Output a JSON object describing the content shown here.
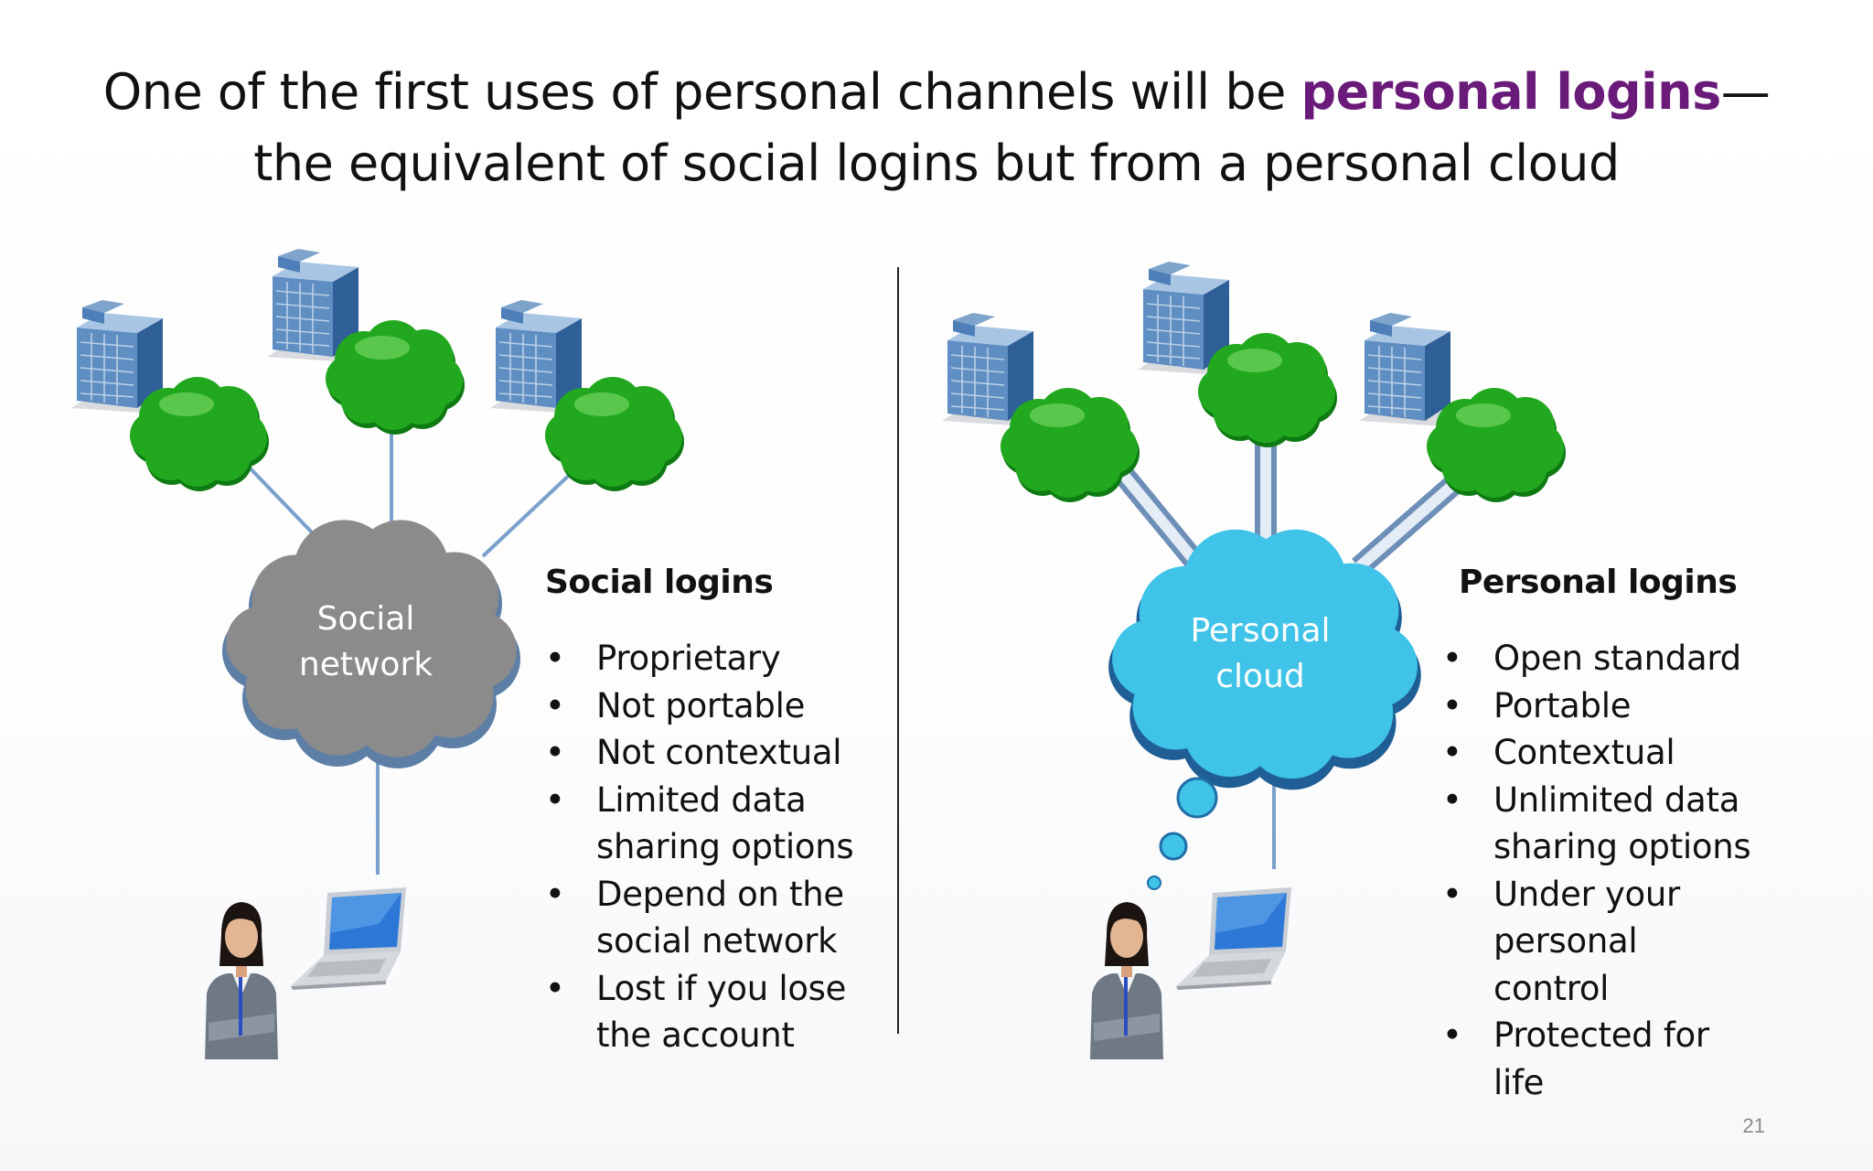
{
  "title": {
    "line1_pre": "One of the first uses of personal channels will be ",
    "line1_highlight": "personal logins",
    "line1_post": "—",
    "line2": "the equivalent of social logins but from a personal cloud"
  },
  "left": {
    "cloud_label_line1": "Social",
    "cloud_label_line2": "network",
    "heading": "Social logins",
    "bullets": [
      "Proprietary",
      "Not portable",
      "Not contextual",
      "Limited data sharing options",
      "Depend on the social network",
      "Lost if you lose the account"
    ]
  },
  "right": {
    "cloud_label_line1": "Personal",
    "cloud_label_line2": "cloud",
    "heading": "Personal logins",
    "bullets": [
      "Open standard",
      "Portable",
      "Contextual",
      "Unlimited data sharing options",
      "Under your personal control",
      "Protected for life"
    ]
  },
  "page_number": "21",
  "colors": {
    "highlight": "#6a1b7a",
    "social_cloud": "#8c8c8c",
    "personal_cloud": "#3fc3e8",
    "green_cloud": "#18a21e",
    "line": "#7aa0cc"
  }
}
